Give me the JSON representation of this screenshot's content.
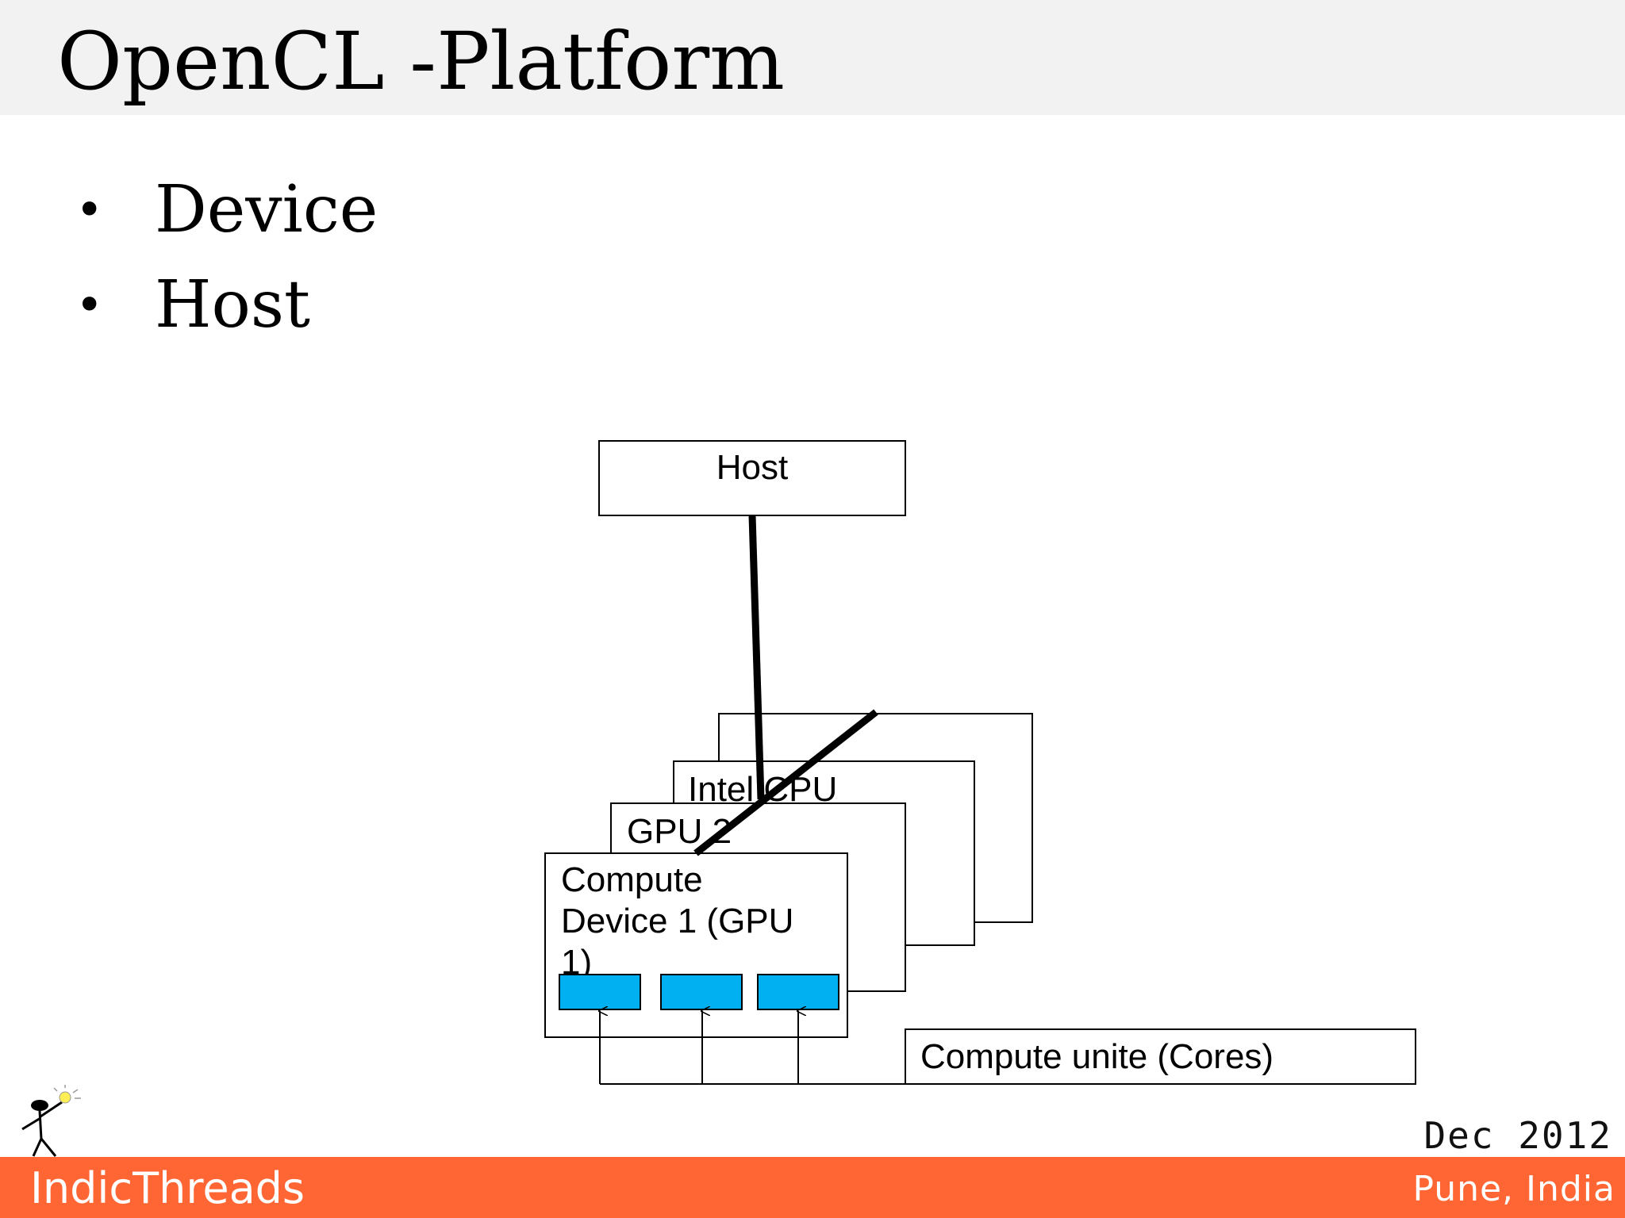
{
  "slide": {
    "title": "OpenCL -Platform",
    "bullets": [
      "Device",
      "Host"
    ]
  },
  "diagram": {
    "host_label": "Host",
    "intel_cpu_label": "Intel CPU",
    "gpu2_label": "GPU 2",
    "compute_device_label_lines": [
      "Compute",
      "Device 1 (GPU",
      "1)"
    ],
    "compute_unit_label": "Compute unite (Cores)",
    "core_color": "#00b0f0"
  },
  "footer": {
    "brand": "IndicThreads",
    "date": "Dec 2012",
    "location": "Pune, India",
    "band_color": "#ff6633"
  }
}
